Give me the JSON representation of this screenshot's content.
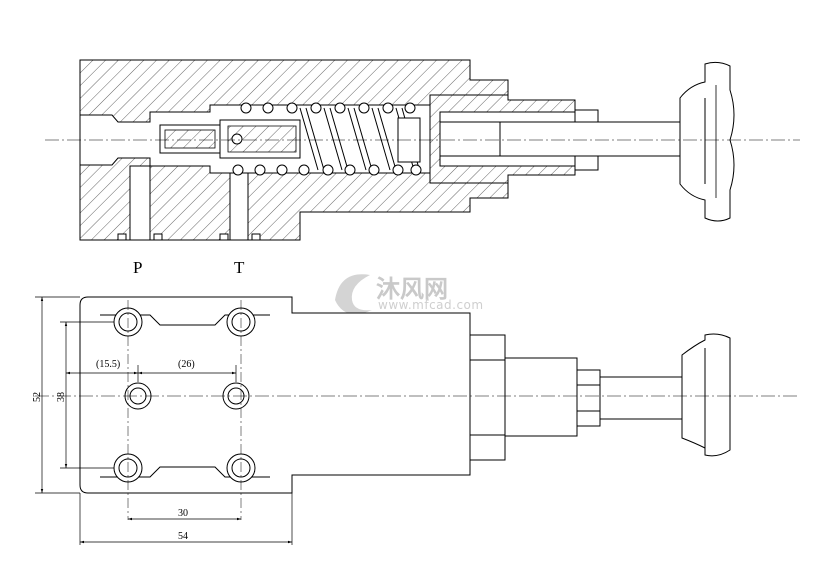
{
  "drawing": {
    "port_labels": {
      "pressure": "P",
      "tank": "T"
    },
    "dimensions": {
      "height_outer": "52",
      "height_inner": "38",
      "offset_left": "(15.5)",
      "offset_mid": "(26)",
      "hole_spacing": "30",
      "width_total": "54"
    },
    "watermark": {
      "text": "沐风网",
      "url": "www.mfcad.com"
    },
    "colors": {
      "line": "#000000",
      "watermark": "#c9c9c9",
      "background": "#ffffff"
    }
  }
}
